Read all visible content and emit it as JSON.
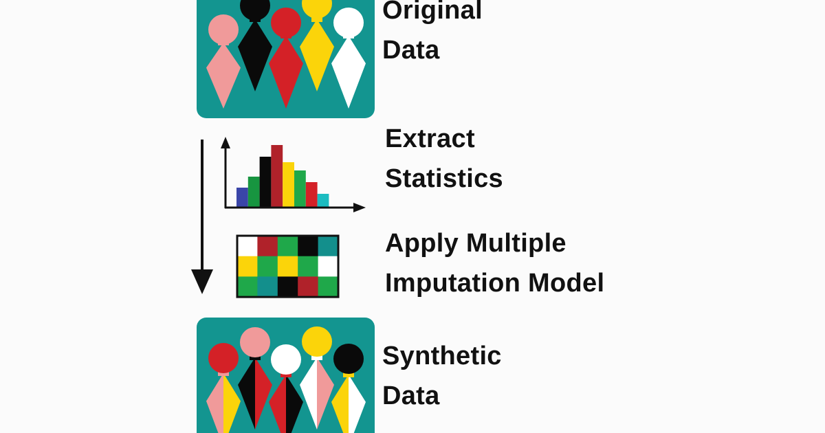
{
  "labels": {
    "original": [
      "Original",
      "Data"
    ],
    "extract": [
      "Extract",
      "Statistics"
    ],
    "impute": [
      "Apply Multiple",
      "Imputation Model"
    ],
    "synthetic": [
      "Synthetic",
      "Data"
    ]
  },
  "colors": {
    "panel": "#139590",
    "pink": "#f09a9a",
    "black": "#0a0a0a",
    "red": "#d42127",
    "yellow": "#fbd40a",
    "white": "#ffffff",
    "green": "#1fa84a",
    "darkgreen": "#179540",
    "darkred": "#b0222a",
    "blue": "#3a45a8",
    "cyan": "#1cbcc0",
    "teal": "#138f8c"
  },
  "original_people": [
    {
      "head": "pink",
      "body": [
        "pink",
        "pink"
      ]
    },
    {
      "head": "black",
      "body": [
        "black",
        "black"
      ]
    },
    {
      "head": "red",
      "body": [
        "red",
        "red"
      ]
    },
    {
      "head": "yellow",
      "body": [
        "yellow",
        "yellow"
      ]
    },
    {
      "head": "white",
      "body": [
        "white",
        "white"
      ]
    }
  ],
  "synthetic_people": [
    {
      "head": "red",
      "body": [
        "pink",
        "yellow"
      ]
    },
    {
      "head": "pink",
      "body": [
        "black",
        "red"
      ]
    },
    {
      "head": "white",
      "body": [
        "red",
        "black"
      ]
    },
    {
      "head": "yellow",
      "body": [
        "white",
        "pink"
      ]
    },
    {
      "head": "black",
      "body": [
        "yellow",
        "white"
      ]
    }
  ],
  "histogram": {
    "bar_colors": [
      "blue",
      "darkgreen",
      "black",
      "darkred",
      "yellow",
      "green",
      "red",
      "cyan"
    ],
    "values": [
      28,
      44,
      73,
      90,
      65,
      53,
      36,
      19
    ]
  },
  "imputation_grid": [
    [
      "white",
      "darkred",
      "green",
      "black",
      "teal"
    ],
    [
      "yellow",
      "green",
      "yellow",
      "green",
      "white"
    ],
    [
      "green",
      "teal",
      "black",
      "darkred",
      "green"
    ]
  ]
}
